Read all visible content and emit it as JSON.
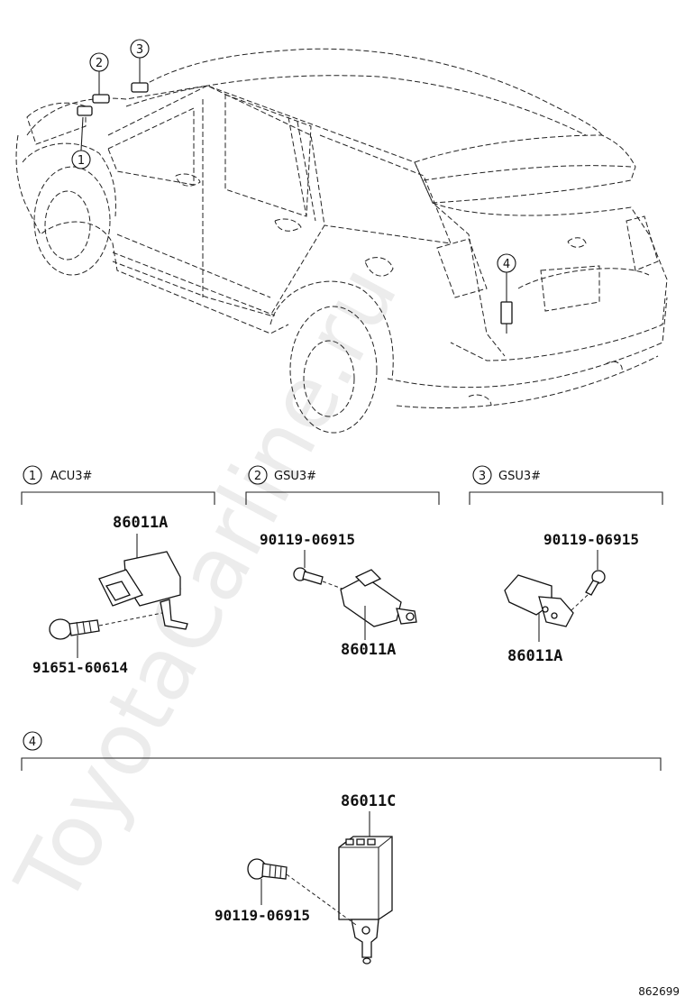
{
  "callouts": [
    "1",
    "2",
    "3",
    "4"
  ],
  "sections": [
    {
      "num": "1",
      "label": "ACU3#"
    },
    {
      "num": "2",
      "label": "GSU3#"
    },
    {
      "num": "3",
      "label": "GSU3#"
    },
    {
      "num": "4",
      "label": ""
    }
  ],
  "parts": {
    "s1_sensor": "86011A",
    "s1_bolt": "91651-60614",
    "s2_bolt": "90119-06915",
    "s2_sensor": "86011A",
    "s3_bolt": "90119-06915",
    "s3_sensor": "86011A",
    "s4_sensor": "86011C",
    "s4_bolt": "90119-06915"
  },
  "watermark": "ToyotaCarline.ru",
  "diagram_id": "862699"
}
